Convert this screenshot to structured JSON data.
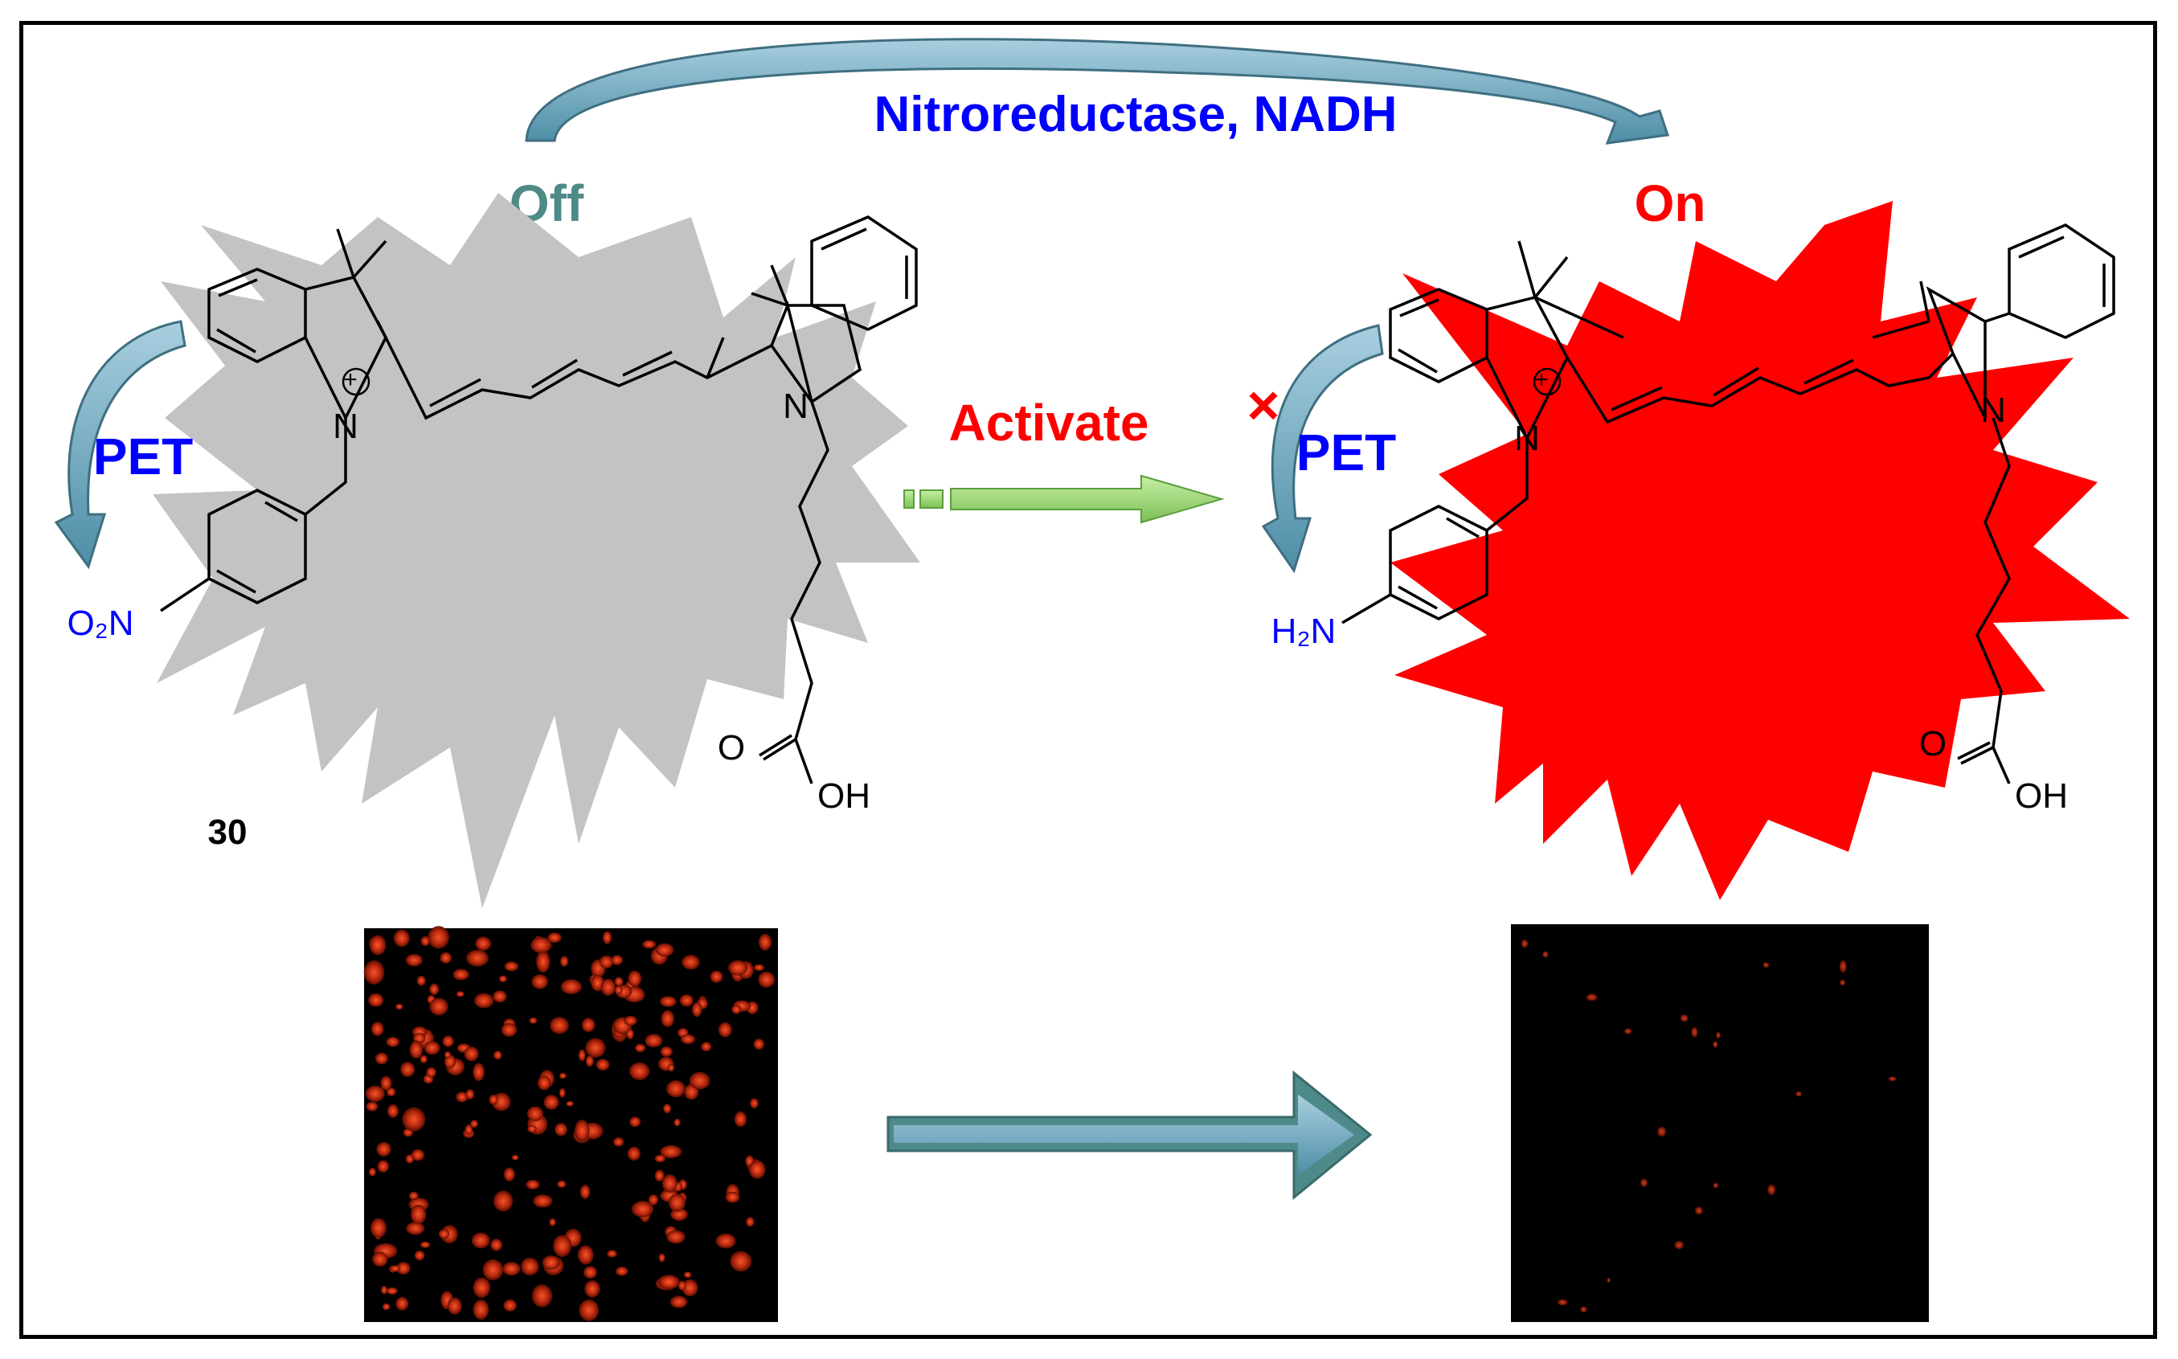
{
  "top_arrow_label": "Nitroreductase, NADH",
  "off_label": "Off",
  "on_label": "On",
  "activate_label": "Activate",
  "left_panel": {
    "pet_label": "PET",
    "nitro_group": "O₂N",
    "acid_carbonyl": "O",
    "acid_hydroxyl": "OH",
    "compound_number": "30",
    "n_plus_atom": "N",
    "n_atom": "N",
    "charge": "+"
  },
  "right_panel": {
    "pet_label": "PET",
    "amine_group": "H₂N",
    "acid_carbonyl": "O",
    "acid_hydroxyl": "OH",
    "n_plus_atom": "N",
    "n_atom": "N",
    "charge": "+",
    "block_mark": "×"
  },
  "colors": {
    "off_text": "#4e8a88",
    "on_text": "#ff0000",
    "label_blue": "#0000ff",
    "burst_off": "#c3c3c3",
    "burst_on": "#ff0000",
    "arrow_teal": "#6aa0b6",
    "arrow_green": "#8fd16a"
  }
}
